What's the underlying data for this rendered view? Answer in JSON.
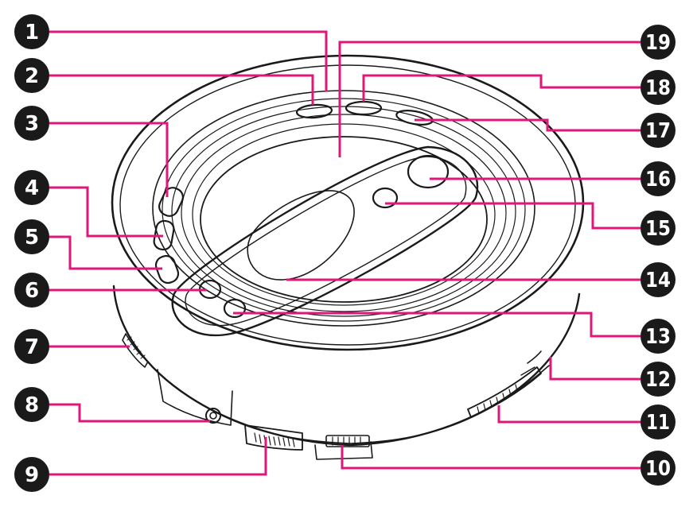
{
  "colors": {
    "leader": "#E0177A",
    "badge": "#1a1a1a",
    "outline": "#1a1a1a",
    "badge_text": "#ffffff"
  },
  "callouts": [
    {
      "number": "1"
    },
    {
      "number": "2"
    },
    {
      "number": "3"
    },
    {
      "number": "4"
    },
    {
      "number": "5"
    },
    {
      "number": "6"
    },
    {
      "number": "7"
    },
    {
      "number": "8"
    },
    {
      "number": "9"
    },
    {
      "number": "10"
    },
    {
      "number": "11"
    },
    {
      "number": "12"
    },
    {
      "number": "13"
    },
    {
      "number": "14"
    },
    {
      "number": "15"
    },
    {
      "number": "16"
    },
    {
      "number": "17"
    },
    {
      "number": "18"
    },
    {
      "number": "19"
    }
  ]
}
